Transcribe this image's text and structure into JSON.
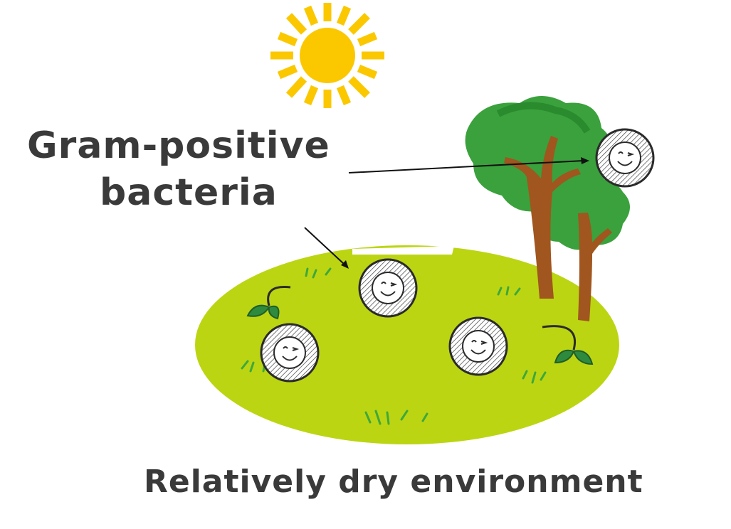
{
  "labels": {
    "bacteria_line1": "Gram-positive",
    "bacteria_line2": "bacteria",
    "environment": "Relatively dry environment"
  },
  "colors": {
    "sun": "#fbc800",
    "grass": "#bcd512",
    "grass_edge": "#a9c40a",
    "tree_leaves": "#3aa13c",
    "tree_leaves_dark": "#2a8a2e",
    "trunk": "#a0561e",
    "sprout": "#2e8b3e",
    "text": "#3a3a3a"
  },
  "icons": [
    "sun-icon",
    "tree-icon",
    "bacterium-icon",
    "sprout-icon",
    "grass-tuft-icon",
    "arrow-icon"
  ]
}
